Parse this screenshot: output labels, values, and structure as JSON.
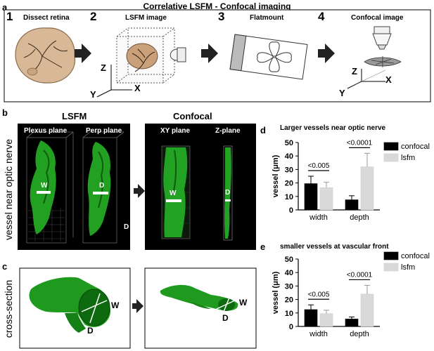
{
  "figure_title": "Correlative LSFM - Confocal imaging",
  "panel_a": {
    "letter": "a",
    "steps": [
      {
        "num": "1",
        "label": "Dissect retina"
      },
      {
        "num": "2",
        "label": "LSFM image"
      },
      {
        "num": "3",
        "label": "Flatmount"
      },
      {
        "num": "4",
        "label": "Confocal image"
      }
    ],
    "axes_lsfm": {
      "z": "Z",
      "y": "Y",
      "x": "X"
    },
    "axes_confocal": {
      "z": "Z",
      "y": "Y",
      "x": "X"
    }
  },
  "panel_b": {
    "letter": "b",
    "side_label": "vessel near optic nerve",
    "lsfm_title": "LSFM",
    "confocal_title": "Confocal",
    "images": [
      {
        "title": "Plexus plane",
        "marker": "W"
      },
      {
        "title": "Perp plane",
        "marker": "D",
        "corner": "D"
      },
      {
        "title": "XY plane",
        "marker": "W"
      },
      {
        "title": "Z-plane",
        "marker": "D"
      }
    ]
  },
  "panel_c": {
    "letter": "c",
    "side_label": "cross-section",
    "left": {
      "w": "W",
      "d": "D"
    },
    "right": {
      "w": "W",
      "d": "D"
    }
  },
  "chart_data": [
    {
      "panel": "d",
      "type": "bar",
      "title": "Larger vessels near optic nerve",
      "ylabel": "vessel (μm)",
      "categories": [
        "width",
        "depth"
      ],
      "ylim": [
        0,
        50
      ],
      "yticks": [
        0,
        10,
        20,
        30,
        40,
        50
      ],
      "series": [
        {
          "name": "confocal",
          "color": "#000000",
          "values": [
            19.5,
            7.5
          ],
          "errors": [
            5.5,
            3
          ]
        },
        {
          "name": "lsfm",
          "color": "#d9d9d9",
          "values": [
            16.5,
            32
          ],
          "errors": [
            4,
            10
          ]
        }
      ],
      "annotations": [
        "<0.005",
        "<0.0001"
      ],
      "legend": "top-right"
    },
    {
      "panel": "e",
      "type": "bar",
      "title": "smaller vessels at vascular front",
      "ylabel": "vessel (μm)",
      "categories": [
        "width",
        "depth"
      ],
      "ylim": [
        0,
        50
      ],
      "yticks": [
        0,
        10,
        20,
        30,
        40,
        50
      ],
      "series": [
        {
          "name": "confocal",
          "color": "#000000",
          "values": [
            12.5,
            5.5
          ],
          "errors": [
            3.5,
            1.5
          ]
        },
        {
          "name": "lsfm",
          "color": "#d9d9d9",
          "values": [
            9.5,
            24
          ],
          "errors": [
            2.5,
            6.5
          ]
        }
      ],
      "annotations": [
        "<0.005",
        "<0.0001"
      ],
      "legend": "top-right"
    }
  ]
}
